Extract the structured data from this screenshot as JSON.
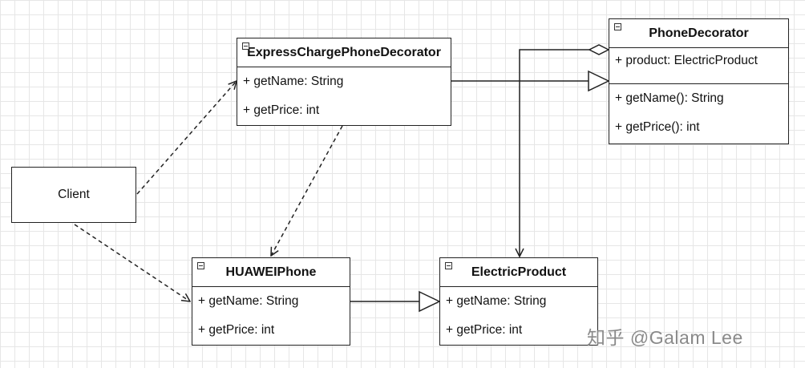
{
  "client": {
    "label": "Client"
  },
  "classes": {
    "express": {
      "name": "ExpressChargePhoneDecorator",
      "attributes": [],
      "methods": [
        "+ getName: String",
        "+ getPrice: int"
      ]
    },
    "decorator": {
      "name": "PhoneDecorator",
      "attributes": [
        "+ product: ElectricProduct"
      ],
      "methods": [
        "+ getName(): String",
        "+ getPrice(): int"
      ]
    },
    "huawei": {
      "name": "HUAWEIPhone",
      "attributes": [],
      "methods": [
        "+ getName: String",
        "+ getPrice: int"
      ]
    },
    "product": {
      "name": "ElectricProduct",
      "attributes": [],
      "methods": [
        "+ getName: String",
        "+ getPrice: int"
      ]
    }
  },
  "watermark": "知乎 @Galam Lee",
  "colors": {
    "line": "#222222",
    "grid": "#e6e6e6",
    "watermark": "#8a8a8a"
  }
}
